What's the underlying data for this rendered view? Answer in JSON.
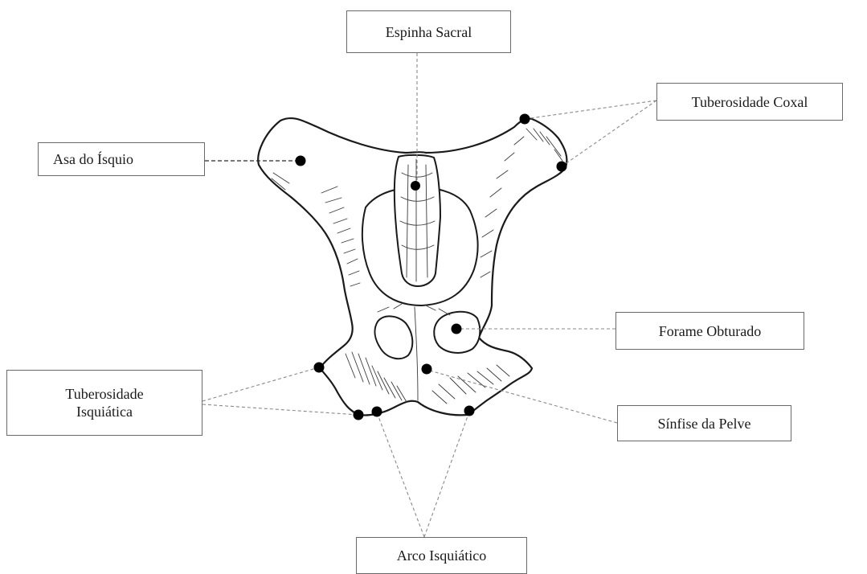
{
  "labels": {
    "espinha_sacral": "Espinha Sacral",
    "tuberosidade_coxal": "Tuberosidade Coxal",
    "asa_do_isquio": "Asa do Ísquio",
    "forame_obturado": "Forame Obturado",
    "tuberosidade_isquiatica_line1": "Tuberosidade",
    "tuberosidade_isquiatica_line2": "Isquiática",
    "sinfise_da_pelve": "Sínfise da Pelve",
    "arco_isquiatico": "Arco Isquiático"
  },
  "colors": {
    "ink": "#1a1a1a",
    "leader": "#8a8a8a",
    "box_border": "#6a6a6a",
    "background": "#ffffff"
  }
}
